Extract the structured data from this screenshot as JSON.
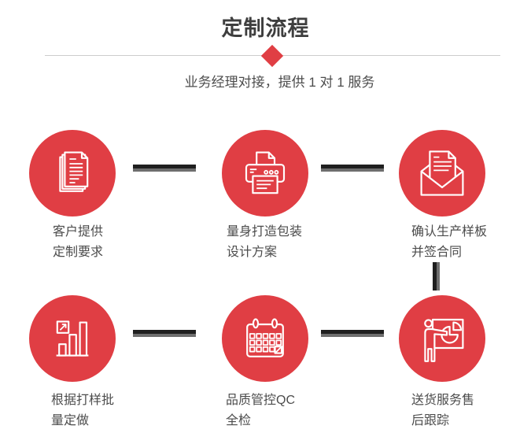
{
  "page": {
    "title": "定制流程",
    "subtitle": "业务经理对接，提供 1 对 1 服务"
  },
  "steps": [
    {
      "id": 1,
      "icon": "documents-icon",
      "label_line1": "客户提供",
      "label_line2": "定制要求"
    },
    {
      "id": 2,
      "icon": "printer-icon",
      "label_line1": "量身打造包装",
      "label_line2": "设计方案"
    },
    {
      "id": 3,
      "icon": "envelope-icon",
      "label_line1": "确认生产样板",
      "label_line2": "并签合同"
    },
    {
      "id": 4,
      "icon": "bar-chart-icon",
      "label_line1": "根据打样批",
      "label_line2": "量定做"
    },
    {
      "id": 5,
      "icon": "calendar-icon",
      "label_line1": "品质管控QC",
      "label_line2": "全检"
    },
    {
      "id": 6,
      "icon": "presentation-icon",
      "label_line1": "送货服务售",
      "label_line2": "后跟踪"
    }
  ],
  "colors": {
    "accent_red": "#e03e44",
    "connector_dark": "#1f1f1f",
    "connector_gray": "#6e6e6e",
    "divider": "#cccccc",
    "title_text": "#3e3e3e",
    "body_text": "#4c4c4c"
  }
}
